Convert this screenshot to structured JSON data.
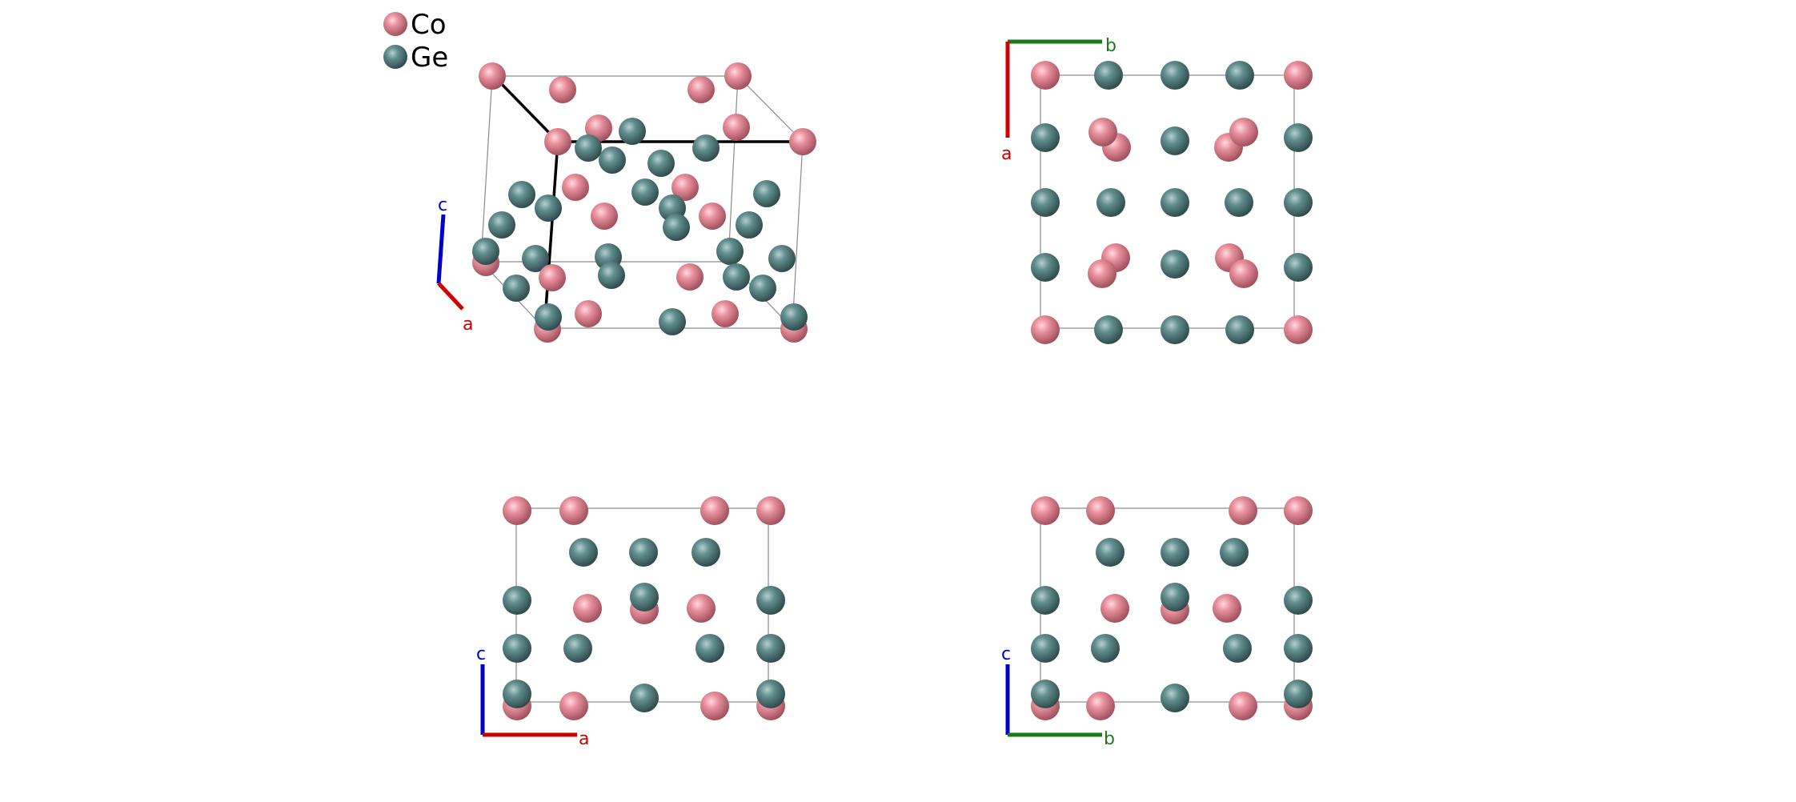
{
  "legend": [
    {
      "label": "Co",
      "color": "#e0808f"
    },
    {
      "label": "Ge",
      "color": "#5f8a8b"
    }
  ],
  "colors": {
    "co": "#e0808f",
    "ge": "#5f8a8b",
    "axis_a": "#cc0000",
    "axis_b": "#1a7a1a",
    "axis_c": "#0000cc",
    "cell": "#888888"
  },
  "views": [
    {
      "name": "perspective",
      "axes": [
        "c",
        "a"
      ]
    },
    {
      "name": "view-c",
      "axes": [
        "b",
        "a"
      ]
    },
    {
      "name": "view-b",
      "axes": [
        "c",
        "a"
      ]
    },
    {
      "name": "view-a",
      "axes": [
        "c",
        "b"
      ]
    }
  ]
}
